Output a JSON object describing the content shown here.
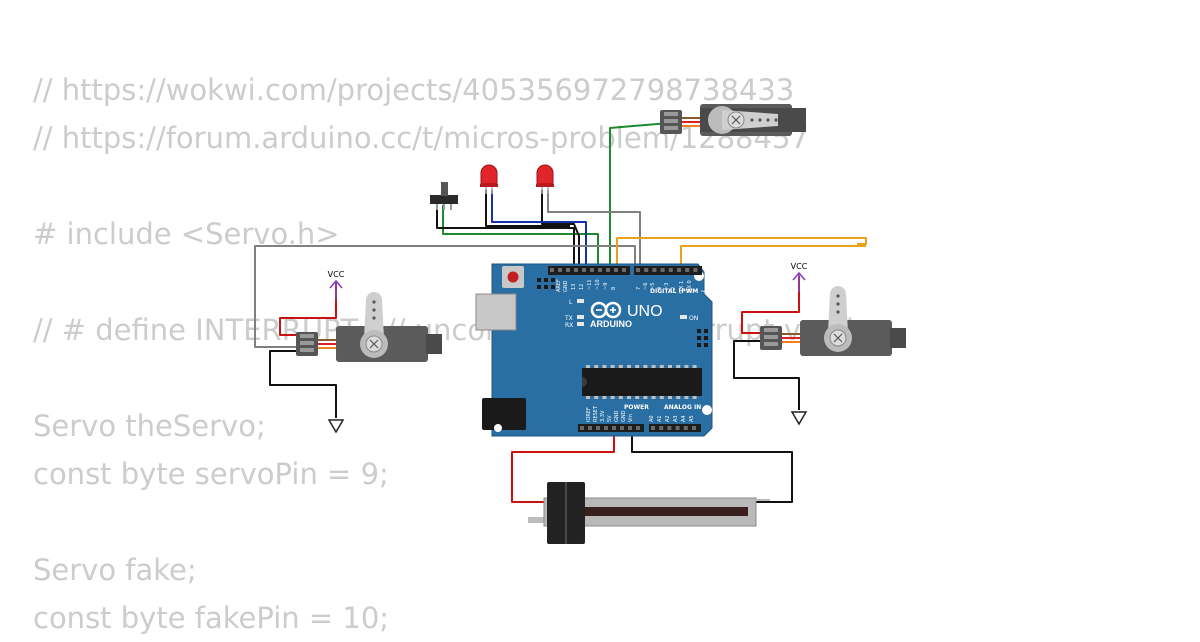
{
  "code_lines": [
    "// https://wokwi.com/projects/405356972798738433",
    "// https://forum.arduino.cc/t/micros-problem/1288457",
    "",
    "# include <Servo.h>",
    "",
    "// # define INTERRUPT   // uncomment for interrupt version",
    "",
    "Servo theServo;",
    "const byte servoPin = 9;",
    "",
    "Servo fake;",
    "const byte fakePin = 10;"
  ],
  "board": {
    "logo_text": "UNO",
    "brand_text": "ARDUINO",
    "digital_header": "DIGITAL (PWM ~)",
    "power_label": "POWER",
    "analog_label": "ANALOG IN",
    "led_labels": [
      "L",
      "TX",
      "RX"
    ],
    "on_label": "ON",
    "top_pin_labels": [
      "AREF",
      "GND",
      "13",
      "12",
      "~11",
      "~10",
      "~9",
      "8",
      "7",
      "~6",
      "~5",
      "4",
      "~3",
      "2",
      "TX 1",
      "RX 0"
    ],
    "bottom_pin_labels": [
      "IOREF",
      "RESET",
      "3.3V",
      "5V",
      "GND",
      "GND",
      "Vin",
      "A0",
      "A1",
      "A2",
      "A3",
      "A4",
      "A5"
    ]
  },
  "vcc_labels": {
    "left": "VCC",
    "right": "VCC"
  },
  "colors": {
    "board_blue": "#2a6fa3",
    "wire_green": "#1c8a2e",
    "wire_blue": "#1732a8",
    "wire_black": "#111111",
    "wire_gray": "#808080",
    "wire_orange": "#e8a31a",
    "wire_red": "#cc1111",
    "vcc_purple": "#8a3fbf",
    "led_red": "#e0242a",
    "code_text": "#cccccc"
  }
}
